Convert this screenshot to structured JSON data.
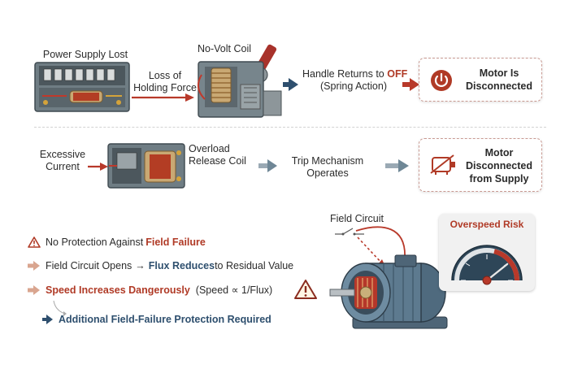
{
  "row1": {
    "device_label": "Power Supply Lost",
    "arrow_label_line1": "Loss of",
    "arrow_label_line2": "Holding Force",
    "coil_label": "No-Volt Coil",
    "handle_prefix": "Handle Returns to ",
    "handle_off": "OFF",
    "handle_line2": "(Spring Action)",
    "result_line1": "Motor Is",
    "result_line2": "Disconnected",
    "result_icon": "power-icon"
  },
  "row2": {
    "cause_line1": "Excessive",
    "cause_line2": "Current",
    "coil_line1": "Overload",
    "coil_line2": "Release Coil",
    "trip_line1": "Trip Mechanism",
    "trip_line2": "Operates",
    "result_line1": "Motor",
    "result_line2": "Disconnected",
    "result_line3": "from Supply",
    "result_icon": "motor-crossed-icon"
  },
  "row3": {
    "bullet1_prefix": "No Protection Against ",
    "bullet1_highlight": "Field Failure",
    "bullet2_prefix": "Field Circuit Opens ",
    "bullet2_arrow": "→",
    "bullet2_highlight": "Flux Reduces",
    "bullet2_suffix": " to Residual Value",
    "bullet3_highlight": "Speed Increases Dangerously",
    "bullet3_suffix": "  (Speed ∝ 1/Flux)",
    "bullet4": "Additional Field-Failure Protection Required",
    "field_circuit_label": "Field Circuit",
    "overspeed_label": "Overspeed Risk"
  },
  "colors": {
    "accent_red": "#b03a26",
    "navy": "#2e4f6e",
    "arrow_red": "#b8392a",
    "panel_border": "#c99a92"
  }
}
